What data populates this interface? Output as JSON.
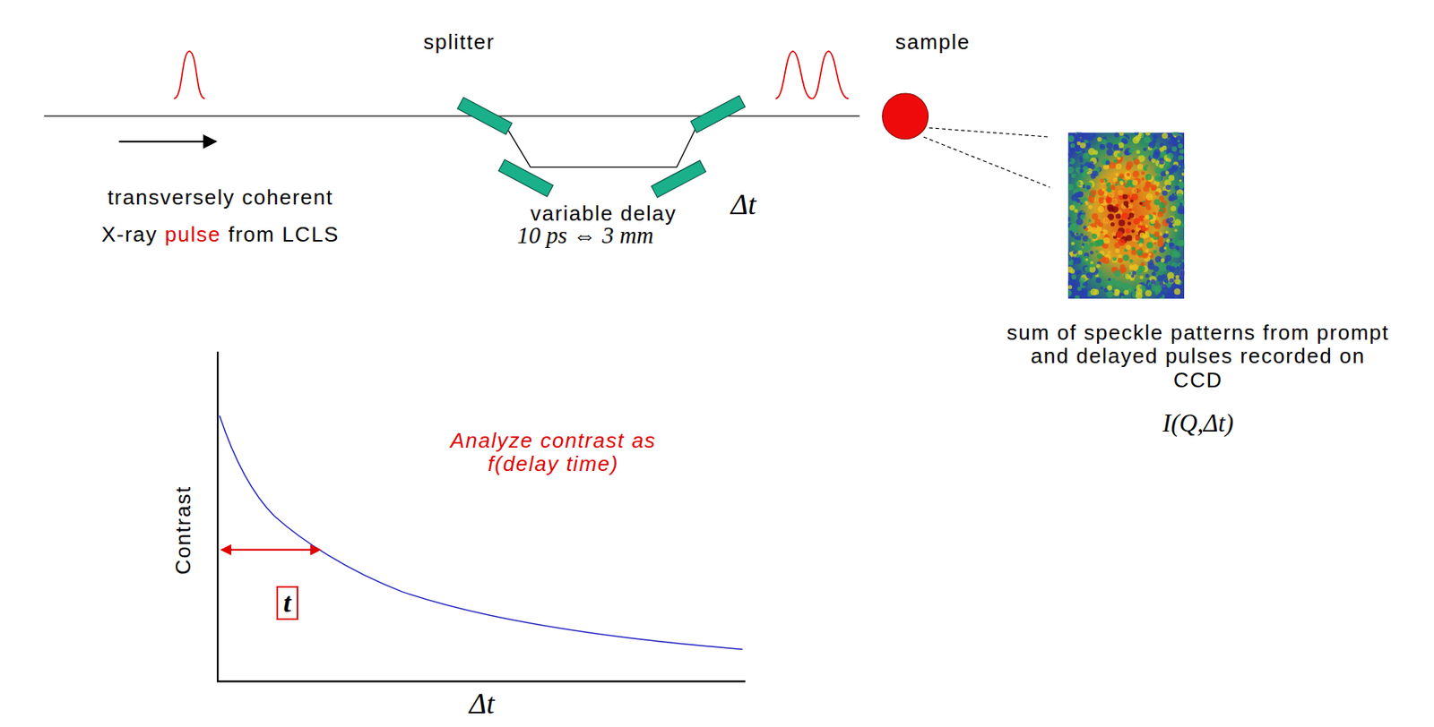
{
  "diagram": {
    "nodes": [
      {
        "text": [
          "sample"
        ]
      },
      {
        "text": [
          "t"
        ]
      }
    ],
    "labels": [
      "splitter",
      "transversely coherent",
      "X-ray",
      "pulse",
      "from LCLS",
      "variable delay",
      "Δt",
      "10 ps ⇔ 3 mm",
      "sum of speckle patterns from prompt and delayed pulses recorded on CCD",
      "I(Q,Δt)",
      "Contrast",
      "Analyze contrast as f(delay time)",
      "Δt"
    ]
  }
}
